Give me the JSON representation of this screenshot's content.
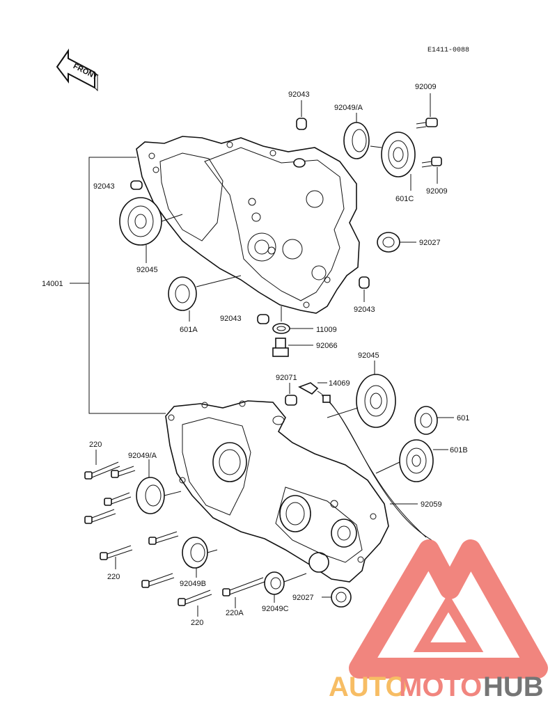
{
  "diagram_code": "E1411-0088",
  "front_arrow_label": "FRONT",
  "labels": {
    "p14001": "14001",
    "p92043_top": "92043",
    "p92049A_top": "92049/A",
    "p92009_top": "92009",
    "p92043_left": "92043",
    "p92045_left": "92045",
    "p601C": "601C",
    "p92009_right": "92009",
    "p92027_top": "92027",
    "p601A": "601A",
    "p92043_bottom": "92043",
    "p92043_right": "92043",
    "p11009": "11009",
    "p92066": "92066",
    "p92071": "92071",
    "p14069": "14069",
    "p92045_right": "92045",
    "p601": "601",
    "p601B": "601B",
    "p92059": "92059",
    "p220_top": "220",
    "p92049A_left": "92049/A",
    "p220_mid": "220",
    "p92049B": "92049B",
    "p220_bottom": "220",
    "p220A": "220A",
    "p92049C": "92049C",
    "p92027_bottom": "92027"
  },
  "watermark": {
    "text_part1": "AUTO",
    "text_part2": "MOTO",
    "text_part3": "HUB",
    "colors": {
      "orange": "#f6b24a",
      "red": "#ef7068",
      "grey": "#5d5d5d"
    }
  }
}
